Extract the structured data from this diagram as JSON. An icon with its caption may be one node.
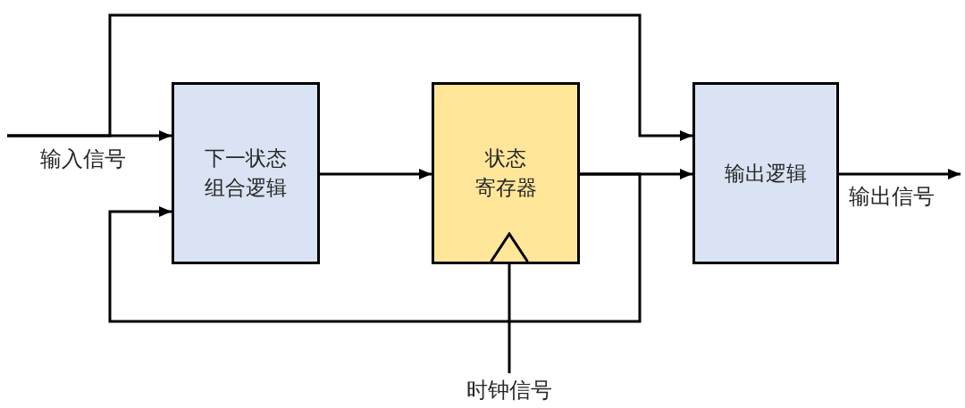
{
  "diagram": {
    "nodes": [
      {
        "text": [
          "下一状态组合逻辑"
        ]
      },
      {
        "text": [
          "状态寄存器"
        ]
      },
      {
        "text": [
          "输出逻辑"
        ]
      },
      {
        "text": [
          "时钟信号"
        ]
      }
    ],
    "edges": [
      {
        "from": null,
        "to": 0,
        "arrow": "to",
        "label": "输入信号"
      },
      {
        "from": null,
        "to": 2,
        "arrow": "to"
      },
      {
        "from": 0,
        "to": 1,
        "arrow": "to"
      },
      {
        "from": 1,
        "to": 2,
        "arrow": "to"
      },
      {
        "from": 1,
        "to": 0,
        "arrow": "to"
      },
      {
        "from": 2,
        "to": null,
        "arrow": "to",
        "label": "输出信号"
      },
      {
        "from": 3,
        "to": 1,
        "arrow": "none"
      }
    ]
  }
}
